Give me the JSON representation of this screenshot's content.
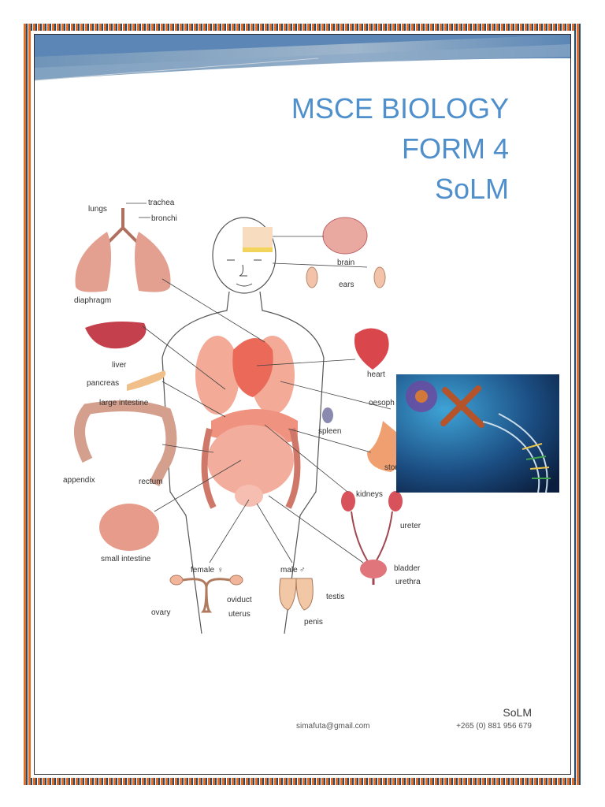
{
  "cover": {
    "title_lines": [
      "MSCE BIOLOGY",
      "FORM 4",
      "SoLM"
    ],
    "accent_color": "#4f8fcb"
  },
  "diagram": {
    "labels": {
      "trachea": "trachea",
      "lungs": "lungs",
      "bronchi": "bronchi",
      "diaphragm": "diaphragm",
      "brain": "brain",
      "ears": "ears",
      "liver": "liver",
      "pancreas": "pancreas",
      "heart": "heart",
      "large_intestine": "large intestine",
      "oesophagus": "oesoph",
      "spleen": "spleen",
      "stomach": "stom",
      "appendix": "appendix",
      "rectum": "rectum",
      "kidneys": "kidneys",
      "ureter": "ureter",
      "small_intestine": "small intestine",
      "female": "female",
      "male": "male",
      "bladder": "bladder",
      "urethra": "urethra",
      "oviduct": "oviduct",
      "ovary": "ovary",
      "uterus": "uterus",
      "testis": "testis",
      "penis": "penis"
    }
  },
  "footer": {
    "org": "SoLM",
    "email": "simafuta@gmail.com",
    "phone": "+265 (0) 881 956 679"
  },
  "icons": [
    "female-symbol-icon",
    "male-symbol-icon"
  ]
}
